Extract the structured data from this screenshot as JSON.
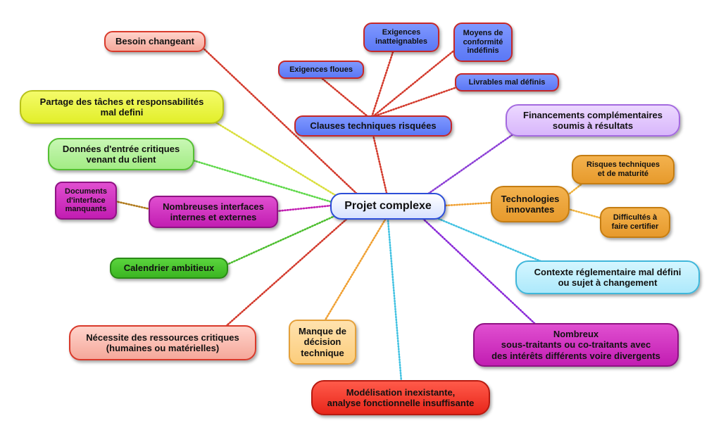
{
  "center": {
    "label": "Projet complexe"
  },
  "nodes": {
    "besoin_changeant": "Besoin changeant",
    "partage_taches": "Partage des tâches et responsabilités\nmal defini",
    "donnees_entree": "Données d'entrée critiques\nvenant du client",
    "documents_interface": "Documents\nd'interface\nmanquants",
    "interfaces": "Nombreuses interfaces\ninternes et externes",
    "calendrier": "Calendrier ambitieux",
    "ressources": "Nécessite des ressources critiques\n(humaines ou matérielles)",
    "manque_decision": "Manque de\ndécision\ntechnique",
    "modelisation": "Modélisation inexistante,\nanalyse fonctionnelle insuffisante",
    "sous_traitants": "Nombreux\nsous-traitants ou co-traitants avec\ndes intérêts différents voire divergents",
    "contexte_reglementaire": "Contexte réglementaire mal défini\nou sujet à changement",
    "technologies": "Technologies\ninnovantes",
    "risques_techniques": "Risques techniques\net de maturité",
    "difficultes_certifier": "Difficultés à\nfaire certifier",
    "financements": "Financements complémentaires\nsoumis à résultats",
    "clauses_techniques": "Clauses techniques risquées",
    "exigences_floues": "Exigences floues",
    "exigences_inatteignables": "Exigences\ninatteignables",
    "moyens_conformite": "Moyens de\nconformité\nindéfinis",
    "livrables": "Livrables mal définis"
  },
  "colors": {
    "red": "#d33a2c",
    "yellow": "#d9de3a",
    "green": "#5fd84a",
    "brown": "#b07a1c",
    "magenta": "#c21db2",
    "green_dark": "#4cbe2e",
    "purple": "#8c3fd6",
    "orange": "#f0a032",
    "cyan": "#42c2e2",
    "violet": "#8a2ad8",
    "peach": "#f0b23c",
    "blue_center": "#2c4ed8"
  }
}
